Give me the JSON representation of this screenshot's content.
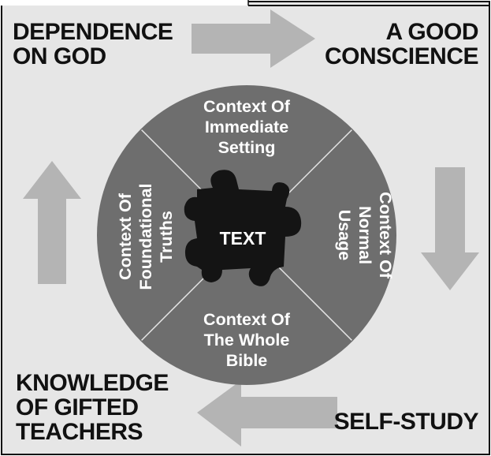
{
  "corners": {
    "top_left": [
      "DEPENDENCE",
      "ON GOD"
    ],
    "top_right": [
      "A GOOD",
      "CONSCIENCE"
    ],
    "bottom_left": [
      "KNOWLEDGE",
      "OF GIFTED",
      "TEACHERS"
    ],
    "bottom_right": [
      "SELF-STUDY"
    ]
  },
  "quadrants": {
    "top": [
      "Context Of",
      "Immediate",
      "Setting"
    ],
    "right": [
      "Context Of",
      "Normal",
      "Usage"
    ],
    "bottom": [
      "Context Of",
      "The Whole",
      "Bible"
    ],
    "left": [
      "Context Of",
      "Foundational",
      "Truths"
    ]
  },
  "center_label": "TEXT",
  "colors": {
    "background": "#e6e6e6",
    "wheel": "#6e6e6e",
    "arrow": "#b4b4b4",
    "puzzle": "#141414",
    "border": "#111111"
  }
}
